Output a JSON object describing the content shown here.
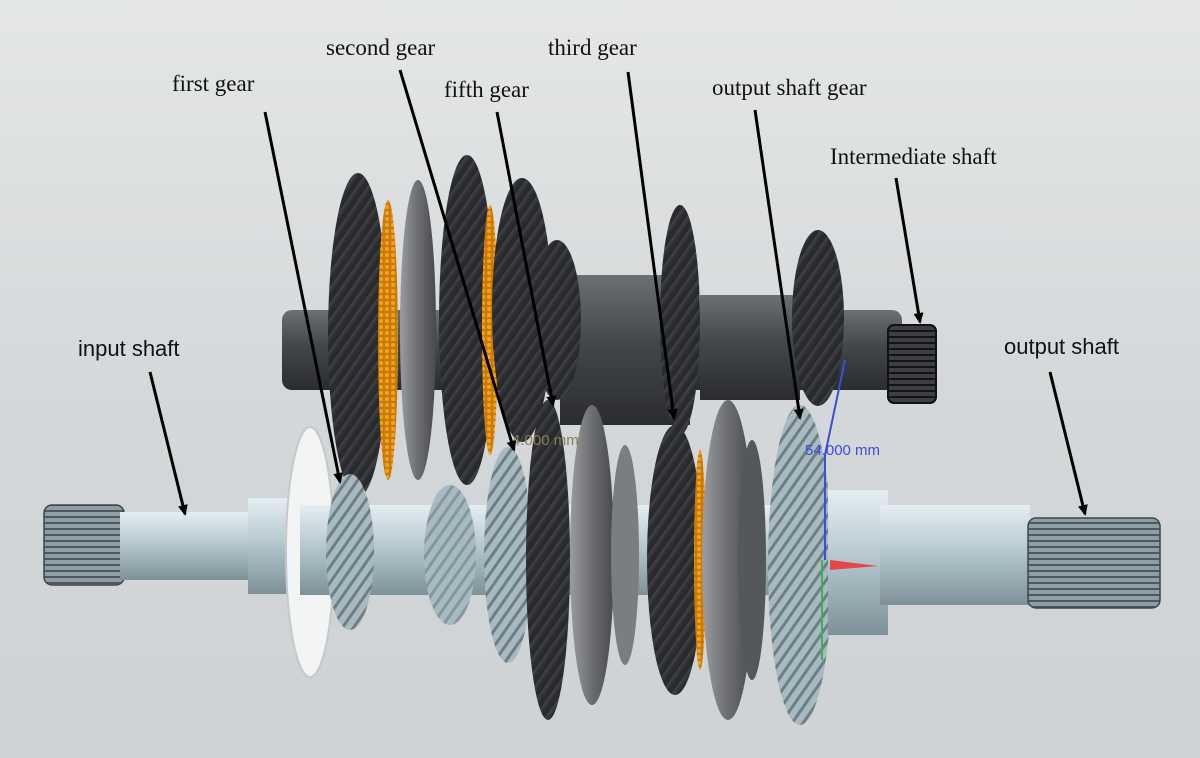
{
  "labels": {
    "first_gear": "first gear",
    "second_gear": "second gear",
    "fifth_gear": "fifth gear",
    "third_gear": "third gear",
    "output_shaft_gear": "output shaft gear",
    "intermediate_shaft": "Intermediate shaft",
    "input_shaft": "input shaft",
    "output_shaft": "output shaft"
  },
  "dimensions": {
    "measure_a": "4.000 mm",
    "measure_b": "54.000 mm"
  },
  "colors": {
    "gear_dark": "#3a3c3f",
    "gear_light": "#a9bcc4",
    "shaft": "#b9cbd2",
    "bearing": "#e08a10",
    "arrow": "#000000"
  }
}
